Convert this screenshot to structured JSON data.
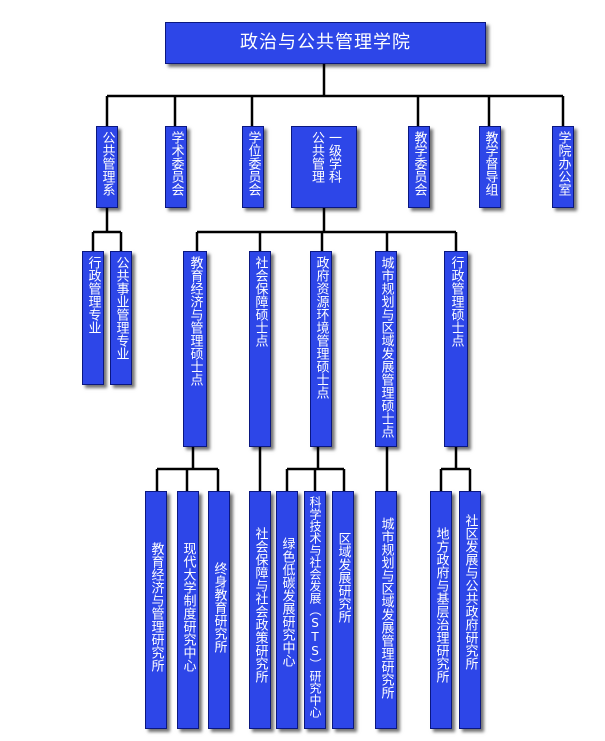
{
  "title": "政治与公共管理学院",
  "level1": {
    "dept": "公共管理系",
    "academic_committee": "学术委员会",
    "degree_committee": "学位委员会",
    "discipline": [
      "一级学科",
      "公共管理"
    ],
    "teaching_committee": "教学委员会",
    "teaching_supervision": "教学督导组",
    "office": "学院办公室"
  },
  "majors": [
    "行政管理专业",
    "公共事业管理专业"
  ],
  "masters": {
    "m1": "教育经济与管理硕士点",
    "m2": "社会保障硕士点",
    "m3": "政府资源环境管理硕士点",
    "m4": "城市规划与区域发展管理硕士点",
    "m5": "行政管理硕士点"
  },
  "institutes": {
    "i1": "教育经济与管理研究所",
    "i2": "现代大学制度研究中心",
    "i3": "终身教育研究所",
    "i4": "社会保障与社会政策研究所",
    "i5": "绿色低碳发展研究中心",
    "i6": "科学技术与社会发展（STS）研究中心",
    "i7": "区域发展研究所",
    "i8": "城市规划与区域发展管理研究所",
    "i9": "地方政府与基层治理研究所",
    "i10": "社区发展与公共政府研究所"
  },
  "colors": {
    "box": "#2d46e8",
    "line": "#000000",
    "text": "#ffffff"
  }
}
